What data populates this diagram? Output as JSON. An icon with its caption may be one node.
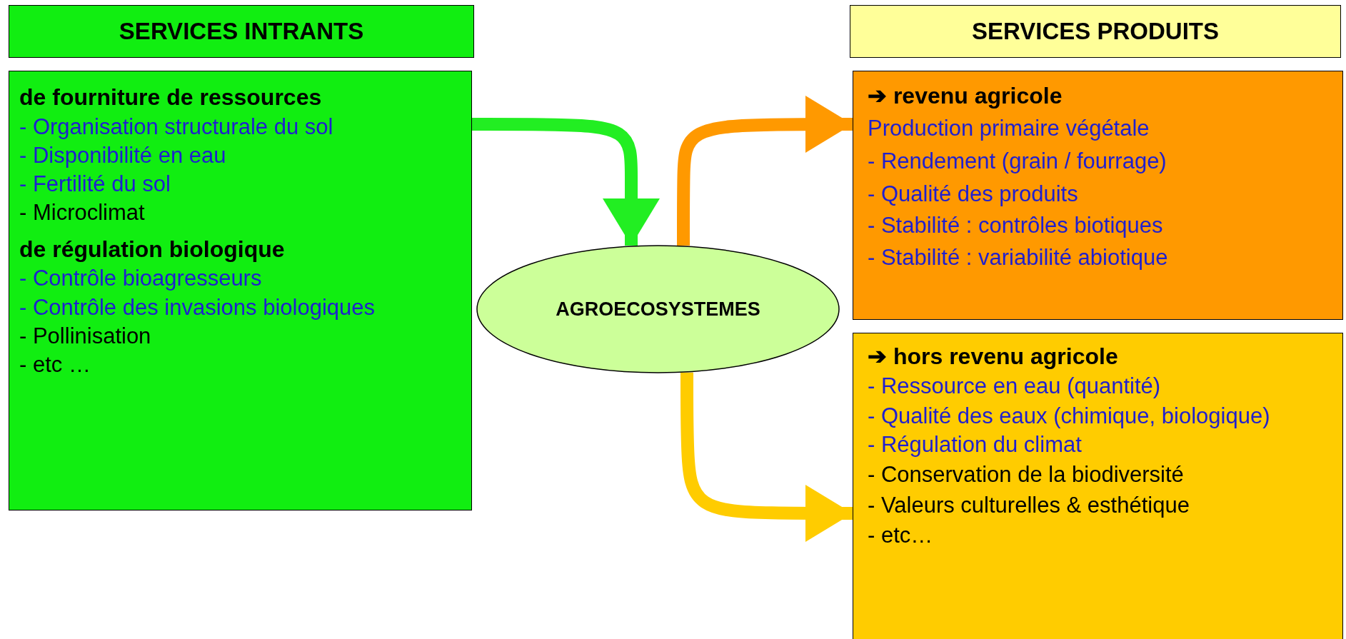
{
  "diagram": {
    "nodes": [
      {
        "text": [
          "SERVICES INTRANTS"
        ]
      },
      {
        "text": [
          "de fourniture de ressources",
          "- Organisation structurale du sol",
          "- Disponibilité en eau",
          "- Fertilité du sol",
          "- Microclimat",
          "de régulation biologique",
          "- Contrôle bioagresseurs",
          "- Contrôle des invasions biologiques",
          "- Pollinisation",
          "- etc …"
        ]
      },
      {
        "text": [
          "SERVICES PRODUITS"
        ]
      },
      {
        "text": [
          "➔ revenu agricole",
          "Production primaire végétale",
          "- Rendement (grain / fourrage)",
          "- Qualité des produits",
          "- Stabilité : contrôles biotiques",
          "- Stabilité : variabilité abiotique"
        ]
      },
      {
        "text": [
          "➔ hors revenu agricole",
          "- Ressource en eau (quantité)",
          "- Qualité des eaux (chimique, biologique)",
          "- Régulation du climat",
          "- Conservation de la biodiversité",
          "- Valeurs culturelles & esthétique",
          "- etc…"
        ]
      },
      {
        "text": [
          "AGROECOSYSTEMES"
        ]
      }
    ],
    "edges": [
      {
        "from": 1,
        "to": 5,
        "arrow": "to",
        "color": "#22ee22"
      },
      {
        "from": 5,
        "to": 3,
        "arrow": "to",
        "color": "#ff9900"
      },
      {
        "from": 5,
        "to": 4,
        "arrow": "to",
        "color": "#ffcc00"
      }
    ]
  }
}
